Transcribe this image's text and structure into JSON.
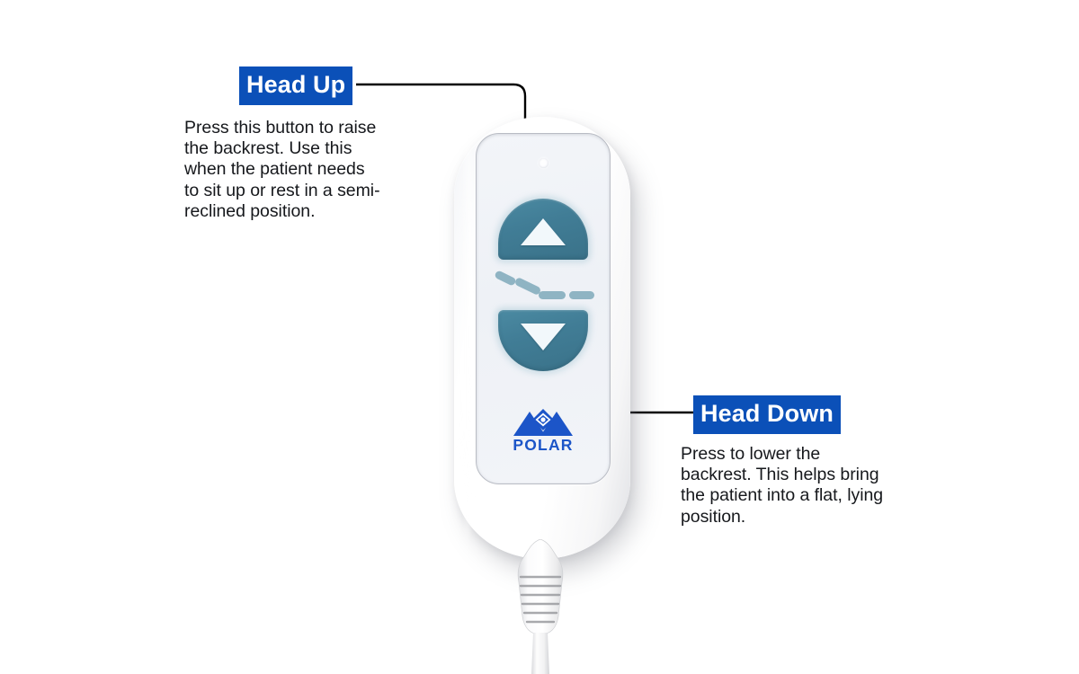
{
  "diagram": {
    "subject": "Polar hospital bed handset remote control",
    "background_color": "#ffffff",
    "accent_blue": "#0b50b8",
    "button_teal": "#417d96",
    "logo_blue": "#1c55c8"
  },
  "callouts": [
    {
      "id": "head-up",
      "label": "Head Up",
      "body": "Press this button to raise\nthe backrest. Use this\nwhen the patient needs\nto sit up or rest in a semi-\nreclined position.",
      "target": "head-up-button",
      "arrow_direction": "down"
    },
    {
      "id": "head-down",
      "label": "Head Down",
      "body": "Press to lower the\nbackrest. This helps bring\nthe patient into a flat, lying\nposition.",
      "target": "head-down-button",
      "arrow_direction": "up"
    }
  ],
  "device": {
    "brand": "POLAR",
    "led_label": "indicator-led",
    "buttons": [
      {
        "id": "head-up-button",
        "glyph": "triangle-up",
        "function": "Head Up"
      },
      {
        "id": "head-down-button",
        "glyph": "triangle-down",
        "function": "Head Down"
      }
    ],
    "bed_position_glyph": "backrest-incline-dashes",
    "cable": "strain-relief-boot-with-cord"
  }
}
